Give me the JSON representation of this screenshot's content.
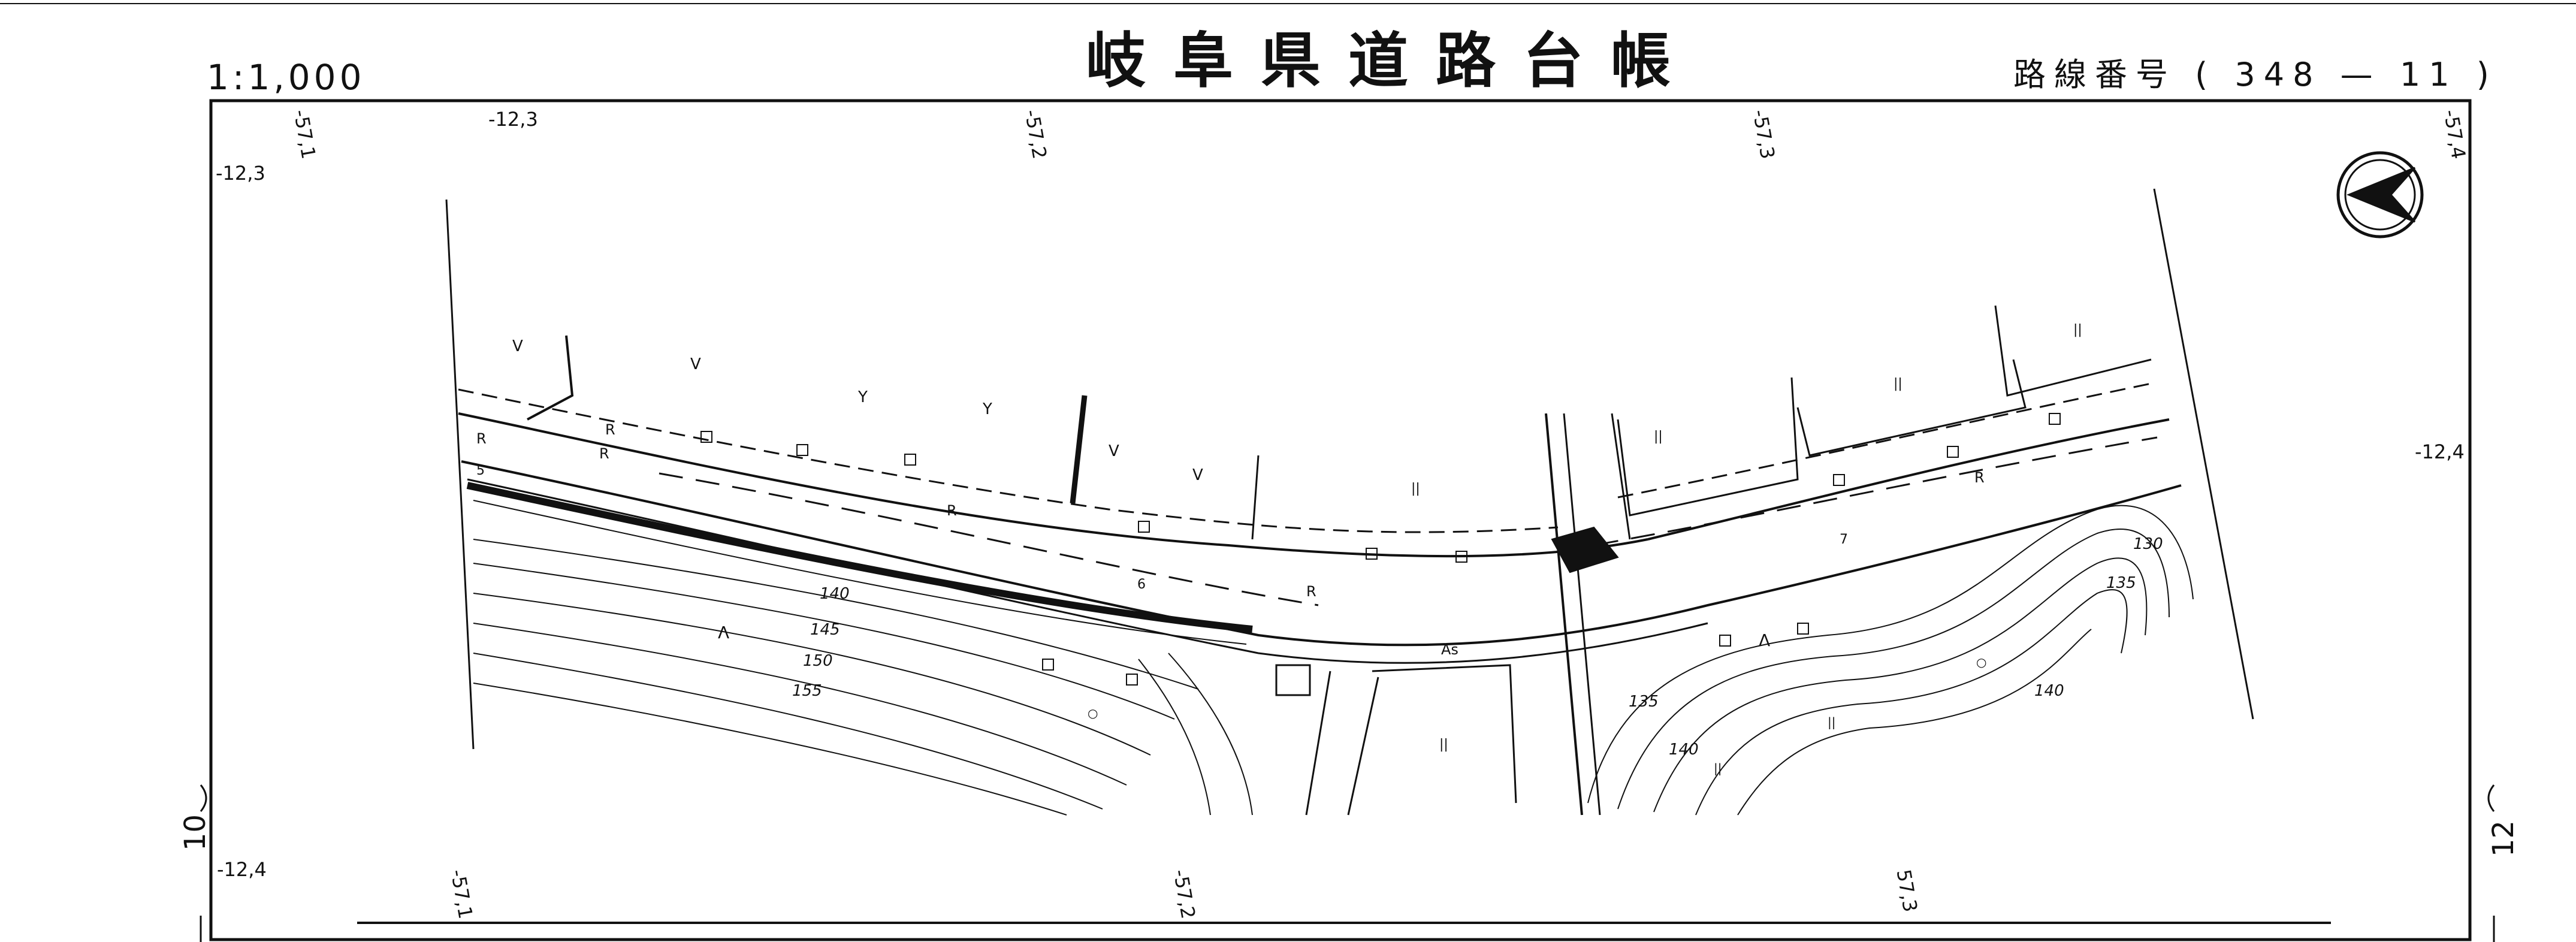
{
  "header": {
    "scale": "1:1,000",
    "title": "岐阜県道路台帳",
    "route_label": "路線番号",
    "route_open": "(",
    "route_number": "348",
    "route_dash": "—",
    "route_section": "11",
    "route_close": ")"
  },
  "grid_labels": {
    "top": [
      "-57,1",
      "-57,2",
      "-57,3",
      "-57,4"
    ],
    "bottom": [
      "-57,1",
      "-57,2",
      "57,3"
    ],
    "left_top": "-12,3",
    "left_top2": "-12,3",
    "left_bottom": "-12,4",
    "right_mid": "-12,4"
  },
  "sheet_neighbors": {
    "left": "10",
    "right": "12"
  },
  "map_labels": {
    "road_markers": [
      "R",
      "R",
      "R",
      "R",
      "R",
      "R"
    ],
    "surface": "As",
    "lane_numbers": [
      "5",
      "6",
      "7"
    ],
    "land_use_symbols": [
      "V",
      "V",
      "Y",
      "Y",
      "V",
      "V",
      "||",
      "||",
      "||",
      "||",
      "||",
      "||",
      "||"
    ],
    "contours_left": [
      "140",
      "145",
      "150",
      "155"
    ],
    "contours_right": [
      "130",
      "135",
      "140",
      "135",
      "140"
    ],
    "spot_symbols": [
      "Λ",
      "Λ",
      "○",
      "○"
    ]
  },
  "colors": {
    "ink": "#111111",
    "paper": "#ffffff"
  },
  "icons": {
    "north_arrow": "north-arrow-icon"
  }
}
